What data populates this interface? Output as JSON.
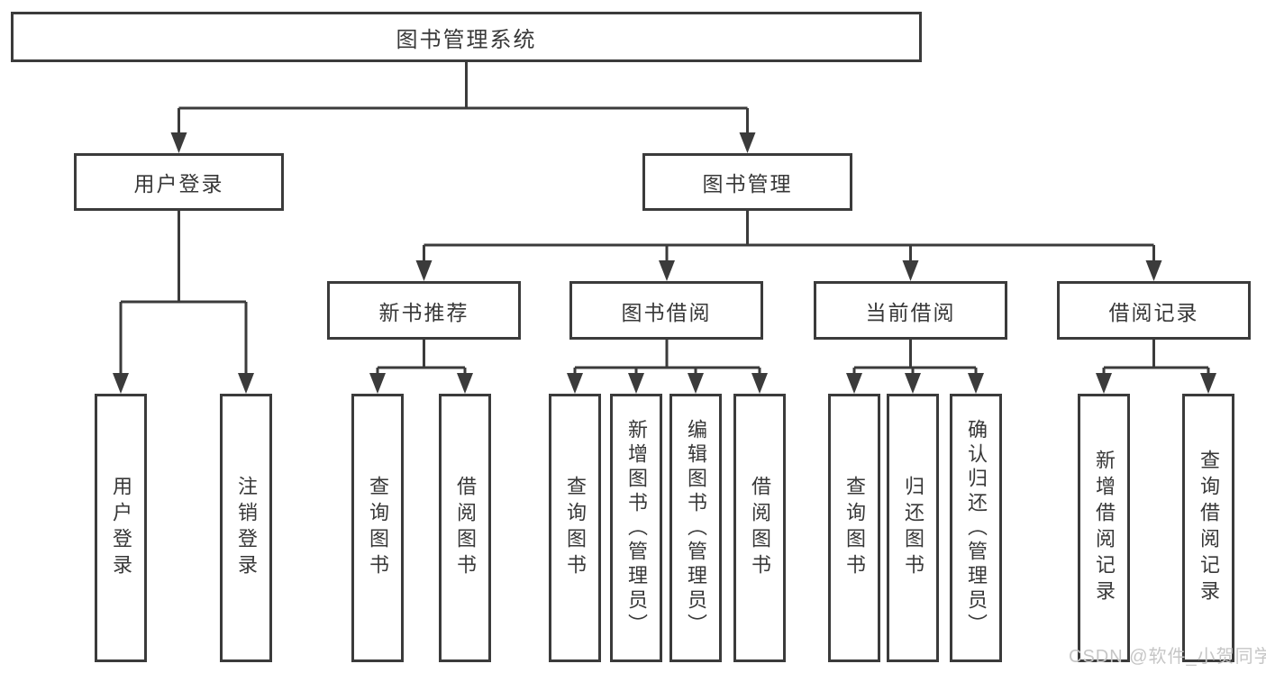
{
  "diagram": {
    "root": {
      "label": "图书管理系统"
    },
    "level2": [
      {
        "label": "用户登录"
      },
      {
        "label": "图书管理"
      }
    ],
    "level3": [
      {
        "label": "新书推荐"
      },
      {
        "label": "图书借阅"
      },
      {
        "label": "当前借阅"
      },
      {
        "label": "借阅记录"
      }
    ],
    "leaves": {
      "user_login": [
        "用户登录",
        "注销登录"
      ],
      "new_book_recommend": [
        "查询图书",
        "借阅图书"
      ],
      "book_borrow": [
        "查询图书",
        "新增图书（管理员）",
        "编辑图书（管理员）",
        "借阅图书"
      ],
      "current_borrow": [
        "查询图书",
        "归还图书",
        "确认归还（管理员）"
      ],
      "borrow_records": [
        "新增借阅记录",
        "查询借阅记录"
      ]
    },
    "watermark": "CSDN @软件_小贺同学",
    "colors": {
      "line": "#3b3b3b",
      "text": "#383838",
      "background": "#ffffff",
      "watermark": "#c6c6c6"
    }
  }
}
